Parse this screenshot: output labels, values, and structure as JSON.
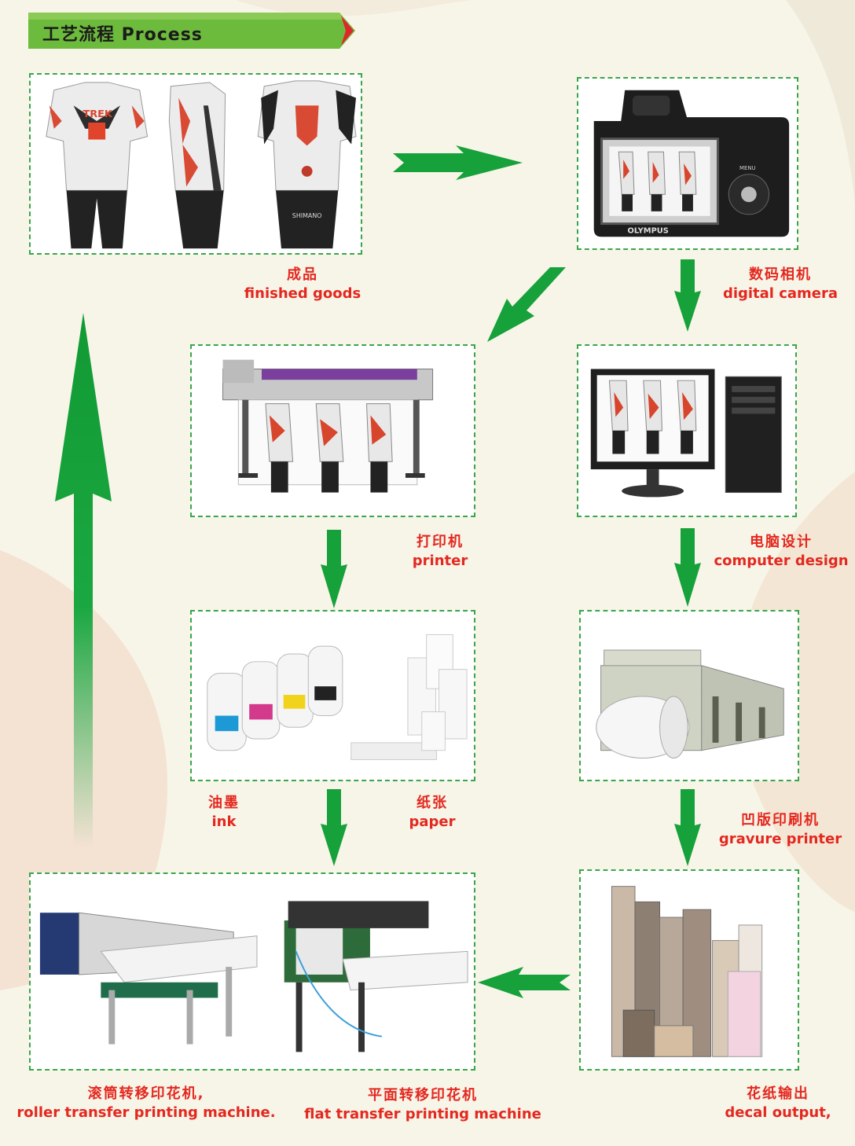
{
  "header": {
    "title": "工艺流程  Process"
  },
  "steps": {
    "finished_goods": {
      "zh": "成品",
      "en": "finished goods"
    },
    "digital_camera": {
      "zh": "数码相机",
      "en": "digital camera"
    },
    "printer": {
      "zh": "打印机",
      "en": "printer"
    },
    "computer_design": {
      "zh": "电脑设计",
      "en": "computer design"
    },
    "ink": {
      "zh": "油墨",
      "en": "ink"
    },
    "paper": {
      "zh": "纸张",
      "en": "paper"
    },
    "gravure_printer": {
      "zh": "凹版印刷机",
      "en": "gravure printer"
    },
    "roller_transfer": {
      "zh": "滚筒转移印花机,",
      "en": "roller transfer printing machine."
    },
    "flat_transfer": {
      "zh": "平面转移印花机",
      "en": "flat transfer printing machine"
    },
    "decal_output": {
      "zh": "花纸输出",
      "en": "decal output,"
    }
  },
  "jersey_text": {
    "brand": "TREK",
    "sponsor": "SHIMANO"
  },
  "camera_text": {
    "brand": "OLYMPUS",
    "menu": "MENU"
  },
  "colors": {
    "green_arrow": "#16a13a",
    "label_red": "#e4281f",
    "border": "#3aa64a"
  }
}
